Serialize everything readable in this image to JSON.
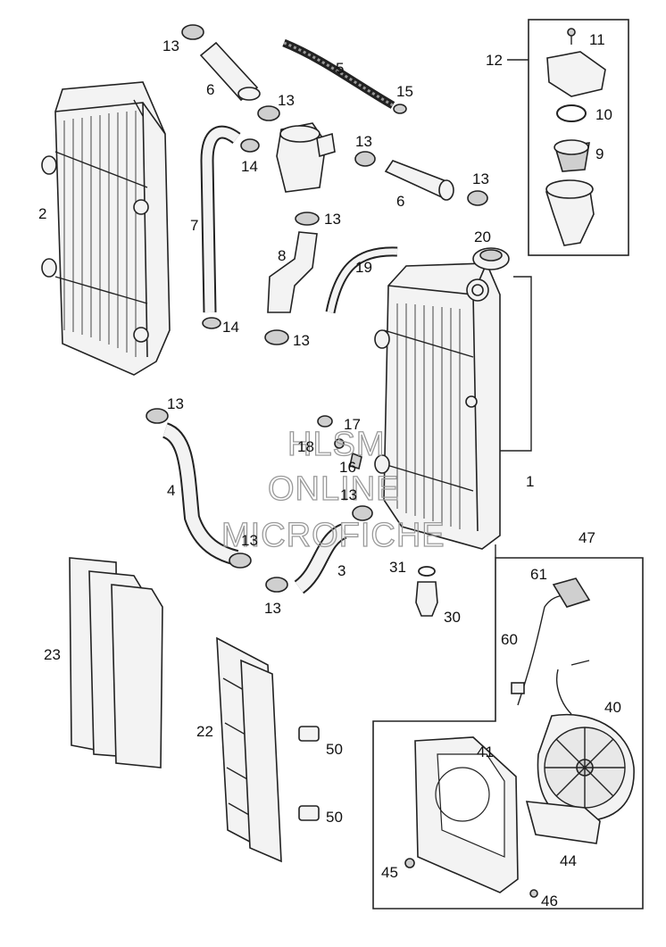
{
  "callouts": [
    "1",
    "2",
    "3",
    "4",
    "5",
    "6",
    "6",
    "7",
    "8",
    "9",
    "10",
    "11",
    "12",
    "13",
    "13",
    "13",
    "13",
    "13",
    "13",
    "13",
    "13",
    "13",
    "13",
    "13",
    "14",
    "14",
    "15",
    "16",
    "17",
    "18",
    "19",
    "20",
    "22",
    "23",
    "30",
    "31",
    "40",
    "41",
    "44",
    "45",
    "46",
    "47",
    "50",
    "50",
    "60",
    "61"
  ],
  "watermark": [
    "HLSM",
    "ONLINE",
    "MICROFICHE"
  ]
}
